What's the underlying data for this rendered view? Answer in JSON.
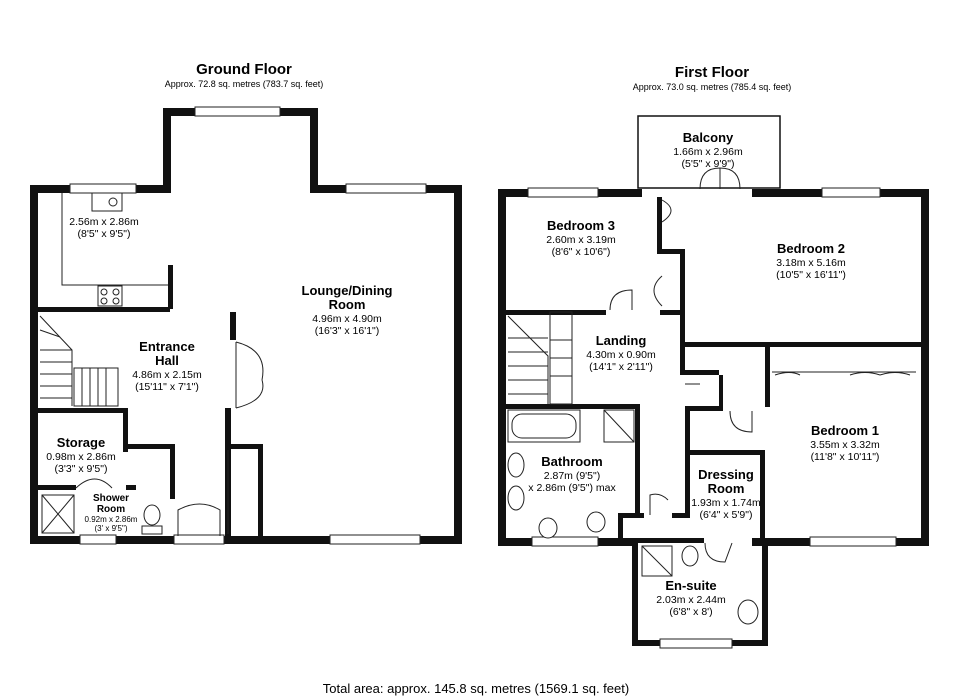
{
  "ground_floor": {
    "title": "Ground Floor",
    "area": "Approx. 72.8 sq. metres (783.7 sq. feet)",
    "rooms": {
      "kitchen": {
        "dim": "2.56m x 2.86m",
        "imp": "(8'5\" x 9'5\")"
      },
      "lounge": {
        "name1": "Lounge/Dining",
        "name2": "Room",
        "dim": "4.96m x 4.90m",
        "imp": "(16'3\" x 16'1\")"
      },
      "hall": {
        "name1": "Entrance",
        "name2": "Hall",
        "dim": "4.86m x 2.15m",
        "imp": "(15'11\" x 7'1\")"
      },
      "storage": {
        "name": "Storage",
        "dim": "0.98m x 2.86m",
        "imp": "(3'3\" x 9'5\")"
      },
      "shower": {
        "name1": "Shower",
        "name2": "Room",
        "dim": "0.92m x 2.86m",
        "imp": "(3' x 9'5\")"
      }
    }
  },
  "first_floor": {
    "title": "First Floor",
    "area": "Approx. 73.0 sq. metres (785.4 sq. feet)",
    "rooms": {
      "balcony": {
        "name": "Balcony",
        "dim": "1.66m x 2.96m",
        "imp": "(5'5\" x 9'9\")"
      },
      "bedroom3": {
        "name": "Bedroom 3",
        "dim": "2.60m x 3.19m",
        "imp": "(8'6\" x 10'6\")"
      },
      "bedroom2": {
        "name": "Bedroom 2",
        "dim": "3.18m x 5.16m",
        "imp": "(10'5\" x 16'11\")"
      },
      "landing": {
        "name": "Landing",
        "dim": "4.30m x 0.90m",
        "imp": "(14'1\" x 2'11\")"
      },
      "bedroom1": {
        "name": "Bedroom 1",
        "dim": "3.55m x 3.32m",
        "imp": "(11'8\" x 10'11\")"
      },
      "bathroom": {
        "name": "Bathroom",
        "dim": "2.87m (9'5\")",
        "imp": "x 2.86m (9'5\") max"
      },
      "dressing": {
        "name1": "Dressing",
        "name2": "Room",
        "dim": "1.93m x 1.74m",
        "imp": "(6'4\" x 5'9\")"
      },
      "ensuite": {
        "name": "En-suite",
        "dim": "2.03m x 2.44m",
        "imp": "(6'8\" x 8')"
      }
    }
  },
  "total": "Total area: approx. 145.8 sq. metres (1569.1 sq. feet)"
}
